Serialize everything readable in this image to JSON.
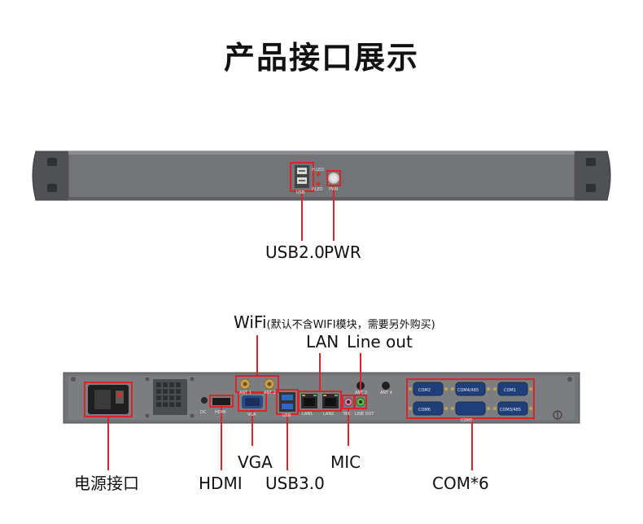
{
  "title": "产品接口展示",
  "front": {
    "port_labels": {
      "usb": "USB",
      "hled": "H.LED",
      "pled": "P.LED",
      "pwr": "PWR"
    },
    "callouts": {
      "usb": "USB2.0",
      "pwr": "PWR"
    }
  },
  "rear": {
    "silk": {
      "ant1": "ANT 1",
      "ant2": "ANT 2",
      "ant3": "ANT 3",
      "ant4": "ANT 4",
      "dc": "DC",
      "hdmi": "HDMI",
      "vga": "VGA",
      "usb": "USB",
      "lan1": "LAN1",
      "lan2": "LAN2",
      "mic": "MIC",
      "line_out": "LINE OUT",
      "com1": "COM1",
      "com2": "COM2",
      "com3": "COM3/485",
      "com4": "COM4/485",
      "com5": "COM5",
      "com6": "COM6"
    },
    "callouts": {
      "wifi": "WiFi",
      "wifi_note": "(默认不含WIFI模块，需要另外购买)",
      "lan": "LAN",
      "line_out": "Line out",
      "power": "电源接口",
      "hdmi": "HDMI",
      "vga": "VGA",
      "usb3": "USB3.0",
      "mic": "MIC",
      "com": "COM*6"
    }
  },
  "colors": {
    "chassis": "#6e7073",
    "panel": "#7b7d80",
    "callout_red": "#d8242b"
  }
}
